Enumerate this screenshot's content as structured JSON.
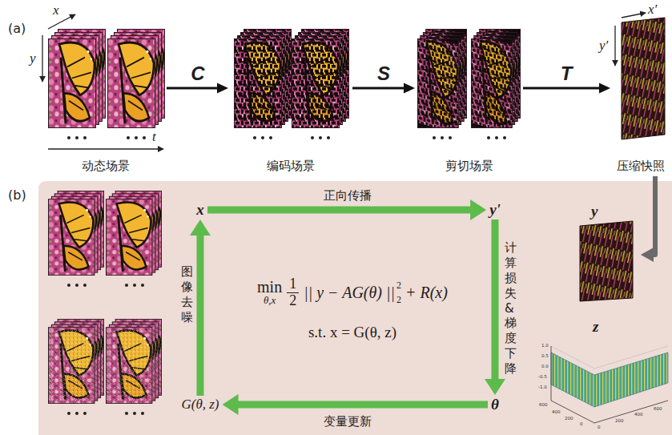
{
  "diagram": {
    "nodes": [
      {
        "text": [
          "动态场景"
        ]
      },
      {
        "text": [
          "编码场景"
        ]
      },
      {
        "text": [
          "剪切场景"
        ]
      },
      {
        "text": [
          "压缩快照"
        ]
      },
      {
        "text": [
          "(b)"
        ]
      },
      {
        "text": [
          "x"
        ],
        "in": 4
      },
      {
        "text": [
          "y'"
        ],
        "in": 4
      },
      {
        "text": [
          "θ"
        ],
        "in": 4
      },
      {
        "text": [
          "G(θ, z)"
        ],
        "in": 4
      },
      {
        "text": [
          "y"
        ],
        "in": 4
      },
      {
        "text": [
          "z"
        ],
        "in": 4
      }
    ],
    "edges": [
      {
        "from": 0,
        "to": 1,
        "label": "C",
        "arrow": "to"
      },
      {
        "from": 1,
        "to": 2,
        "label": "S",
        "arrow": "to"
      },
      {
        "from": 2,
        "to": 3,
        "label": "T",
        "arrow": "to"
      },
      {
        "from": 3,
        "to": 9,
        "arrow": "to"
      },
      {
        "from": 5,
        "to": 6,
        "label": "正向传播",
        "arrow": "to"
      },
      {
        "from": 6,
        "to": 7,
        "label": "计算损失 & 梯度下降",
        "arrow": "to"
      },
      {
        "from": 7,
        "to": 8,
        "label": "变量更新",
        "arrow": "to"
      },
      {
        "from": 8,
        "to": 5,
        "label": "图像去噪",
        "arrow": "to"
      }
    ],
    "labels": [
      "(a)",
      "x",
      "y",
      "t",
      "x'",
      "y'",
      "min",
      "θ,x",
      "1",
      "2",
      "|| y − AG(θ) ||",
      "2",
      "2",
      "+ R(x)",
      "s.t. x = G(θ, z)",
      "1.0",
      "0.5",
      "0.0",
      "-0.5",
      "-1.0",
      "600",
      "400",
      "200",
      "0",
      "0",
      "200",
      "400",
      "600"
    ]
  }
}
